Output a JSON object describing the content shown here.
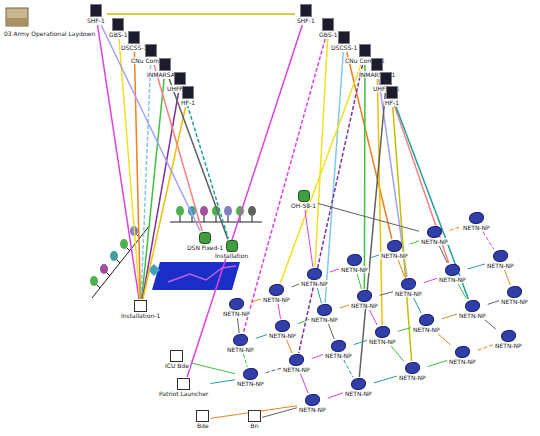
{
  "diagram": {
    "nodes": [
      {
        "text": [
          "SHF-1"
        ]
      },
      {
        "text": [
          "GBS-1"
        ]
      },
      {
        "text": [
          "DSCSS-1"
        ]
      },
      {
        "text": [
          "CNu Comm-1"
        ]
      },
      {
        "text": [
          "INMARSAT-1"
        ]
      },
      {
        "text": [
          "UHFFO-1"
        ]
      },
      {
        "text": [
          "HF-1"
        ]
      },
      {
        "text": [
          "SHF-1"
        ]
      },
      {
        "text": [
          "GBS-1"
        ]
      },
      {
        "text": [
          "DSCSS-1"
        ]
      },
      {
        "text": [
          "CNu Comm-1"
        ]
      },
      {
        "text": [
          "INMARSAT-1"
        ]
      },
      {
        "text": [
          "UHFFO-1"
        ]
      },
      {
        "text": [
          "HF-1"
        ]
      },
      {
        "text": [
          "DSN Fixed-1"
        ]
      },
      {
        "text": [
          "Installation"
        ]
      },
      {
        "text": [
          "Installation-1"
        ]
      },
      {
        "text": [
          "OH-58-1"
        ]
      },
      {
        "text": [
          "NETN-NP"
        ]
      },
      {
        "text": [
          "NETN-NP"
        ]
      },
      {
        "text": [
          "NETN-NP"
        ]
      },
      {
        "text": [
          "NETN-NP"
        ]
      },
      {
        "text": [
          "NETN-NP"
        ]
      },
      {
        "text": [
          "NETN-NP"
        ]
      },
      {
        "text": [
          "NETN-NP"
        ]
      },
      {
        "text": [
          "NETN-NP"
        ]
      },
      {
        "text": [
          "NETN-NP"
        ]
      },
      {
        "text": [
          "NETN-NP"
        ]
      },
      {
        "text": [
          "NETN-NP"
        ]
      },
      {
        "text": [
          "NETN-NP"
        ]
      },
      {
        "text": [
          "NETN-NP"
        ]
      },
      {
        "text": [
          "NETN-NP"
        ]
      },
      {
        "text": [
          "NETN-NP"
        ]
      },
      {
        "text": [
          "NETN-NP"
        ]
      },
      {
        "text": [
          "NETN-NP"
        ]
      },
      {
        "text": [
          "NETN-NP"
        ]
      },
      {
        "text": [
          "NETN-NP"
        ]
      },
      {
        "text": [
          "NETN-NP"
        ]
      },
      {
        "text": [
          "NETN-NP"
        ]
      },
      {
        "text": [
          "NETN-NP"
        ]
      },
      {
        "text": [
          "NETN-NP"
        ]
      },
      {
        "text": [
          "NETN-NP"
        ]
      },
      {
        "text": [
          "NETN-NP"
        ]
      },
      {
        "text": [
          "NETN-NP"
        ]
      },
      {
        "text": [
          "Patriot Launcher"
        ]
      },
      {
        "text": [
          "ICU Bde"
        ]
      },
      {
        "text": [
          "Bde"
        ]
      },
      {
        "text": [
          "Bn"
        ]
      }
    ],
    "edges": [
      {
        "from": 0,
        "to": 16,
        "arrow": "none"
      },
      {
        "from": 1,
        "to": 16,
        "arrow": "none"
      },
      {
        "from": 2,
        "to": 16,
        "arrow": "none"
      },
      {
        "from": 3,
        "to": 16,
        "arrow": "none"
      },
      {
        "from": 4,
        "to": 16,
        "arrow": "none"
      },
      {
        "from": 5,
        "to": 16,
        "arrow": "none"
      },
      {
        "from": 6,
        "to": 16,
        "arrow": "none"
      },
      {
        "from": 0,
        "to": 14,
        "arrow": "none"
      },
      {
        "from": 3,
        "to": 14,
        "arrow": "none"
      },
      {
        "from": 4,
        "to": 15,
        "arrow": "none"
      },
      {
        "from": 5,
        "to": 15,
        "arrow": "none"
      },
      {
        "from": 0,
        "to": 7,
        "arrow": "none"
      },
      {
        "from": 7,
        "to": 44,
        "arrow": "none"
      },
      {
        "from": 8,
        "to": 20,
        "arrow": "none"
      },
      {
        "from": 9,
        "to": 22,
        "arrow": "none"
      },
      {
        "from": 9,
        "to": 27,
        "arrow": "none"
      },
      {
        "from": 10,
        "to": 28,
        "arrow": "none"
      },
      {
        "from": 10,
        "to": 33,
        "arrow": "none"
      },
      {
        "from": 11,
        "to": 35,
        "arrow": "none"
      },
      {
        "from": 11,
        "to": 29,
        "arrow": "none"
      },
      {
        "from": 12,
        "to": 30,
        "arrow": "none"
      },
      {
        "from": 12,
        "to": 40,
        "arrow": "none"
      },
      {
        "from": 13,
        "to": 37,
        "arrow": "none"
      },
      {
        "from": 13,
        "to": 41,
        "arrow": "none"
      },
      {
        "from": 8,
        "to": 25,
        "arrow": "none"
      },
      {
        "from": 10,
        "to": 19,
        "arrow": "none"
      },
      {
        "from": 18,
        "to": 19,
        "arrow": "none"
      },
      {
        "from": 19,
        "to": 20,
        "arrow": "none"
      },
      {
        "from": 20,
        "to": 21,
        "arrow": "none"
      },
      {
        "from": 21,
        "to": 22,
        "arrow": "none"
      },
      {
        "from": 22,
        "to": 23,
        "arrow": "none"
      },
      {
        "from": 23,
        "to": 24,
        "arrow": "none"
      },
      {
        "from": 18,
        "to": 25,
        "arrow": "none"
      },
      {
        "from": 19,
        "to": 26,
        "arrow": "none"
      },
      {
        "from": 20,
        "to": 27,
        "arrow": "none"
      },
      {
        "from": 21,
        "to": 28,
        "arrow": "none"
      },
      {
        "from": 22,
        "to": 29,
        "arrow": "none"
      },
      {
        "from": 23,
        "to": 30,
        "arrow": "none"
      },
      {
        "from": 24,
        "to": 31,
        "arrow": "none"
      },
      {
        "from": 25,
        "to": 26,
        "arrow": "none"
      },
      {
        "from": 26,
        "to": 27,
        "arrow": "none"
      },
      {
        "from": 27,
        "to": 28,
        "arrow": "none"
      },
      {
        "from": 28,
        "to": 29,
        "arrow": "none"
      },
      {
        "from": 29,
        "to": 30,
        "arrow": "none"
      },
      {
        "from": 30,
        "to": 31,
        "arrow": "none"
      },
      {
        "from": 25,
        "to": 32,
        "arrow": "none"
      },
      {
        "from": 26,
        "to": 33,
        "arrow": "none"
      },
      {
        "from": 27,
        "to": 34,
        "arrow": "none"
      },
      {
        "from": 28,
        "to": 35,
        "arrow": "none"
      },
      {
        "from": 29,
        "to": 36,
        "arrow": "none"
      },
      {
        "from": 30,
        "to": 37,
        "arrow": "none"
      },
      {
        "from": 31,
        "to": 38,
        "arrow": "none"
      },
      {
        "from": 32,
        "to": 33,
        "arrow": "none"
      },
      {
        "from": 33,
        "to": 34,
        "arrow": "none"
      },
      {
        "from": 34,
        "to": 35,
        "arrow": "none"
      },
      {
        "from": 35,
        "to": 36,
        "arrow": "none"
      },
      {
        "from": 36,
        "to": 37,
        "arrow": "none"
      },
      {
        "from": 37,
        "to": 38,
        "arrow": "none"
      },
      {
        "from": 33,
        "to": 39,
        "arrow": "none"
      },
      {
        "from": 34,
        "to": 40,
        "arrow": "none"
      },
      {
        "from": 35,
        "to": 41,
        "arrow": "none"
      },
      {
        "from": 36,
        "to": 42,
        "arrow": "none"
      },
      {
        "from": 37,
        "to": 43,
        "arrow": "none"
      },
      {
        "from": 39,
        "to": 40,
        "arrow": "none"
      },
      {
        "from": 40,
        "to": 41,
        "arrow": "none"
      },
      {
        "from": 41,
        "to": 42,
        "arrow": "none"
      },
      {
        "from": 42,
        "to": 43,
        "arrow": "none"
      },
      {
        "from": 17,
        "to": 23,
        "arrow": "none"
      },
      {
        "from": 17,
        "to": 20,
        "arrow": "none"
      },
      {
        "from": 44,
        "to": 32,
        "arrow": "none"
      },
      {
        "from": 45,
        "to": 32,
        "arrow": "none"
      },
      {
        "from": 46,
        "to": 39,
        "arrow": "none"
      },
      {
        "from": 47,
        "to": 39,
        "arrow": "none"
      }
    ],
    "labels": [
      "03 Army Operational Laydown"
    ]
  }
}
